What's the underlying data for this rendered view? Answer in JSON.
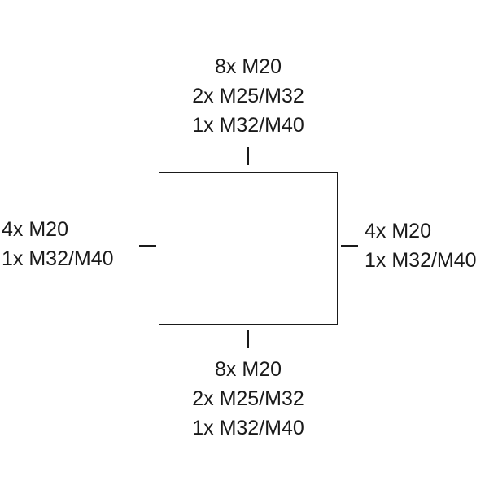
{
  "top": {
    "lines": [
      "8x M20",
      "2x M25/M32",
      "1x M32/M40"
    ]
  },
  "bottom": {
    "lines": [
      "8x M20",
      "2x M25/M32",
      "1x M32/M40"
    ]
  },
  "left": {
    "lines": [
      "4x M20",
      "1x M32/M40"
    ]
  },
  "right": {
    "lines": [
      "4x M20",
      "1x M32/M40"
    ]
  }
}
